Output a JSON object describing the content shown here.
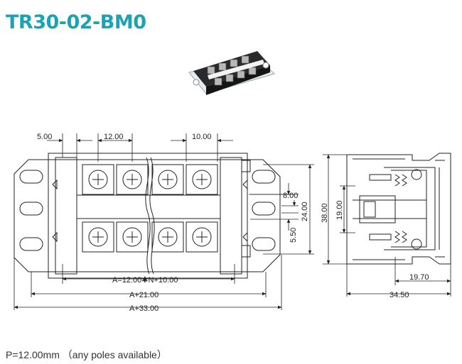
{
  "title": "TR30-02-BM0",
  "note": "P=12.00mm （any poles available）",
  "front_view": {
    "dim_left_offset": "5.00",
    "dim_pitch": "12.00",
    "dim_spacing": "10.00",
    "dim_A": "A=12.00✱N+10.00",
    "dim_A21": "A+21.00",
    "dim_A33": "A+33.00",
    "dim_8": "8.00",
    "dim_24": "24.00",
    "dim_5_5": "5.50"
  },
  "side_view": {
    "dim_38": "38.00",
    "dim_19": "19.00",
    "dim_19_7": "19.70",
    "dim_34_5": "34.50"
  }
}
